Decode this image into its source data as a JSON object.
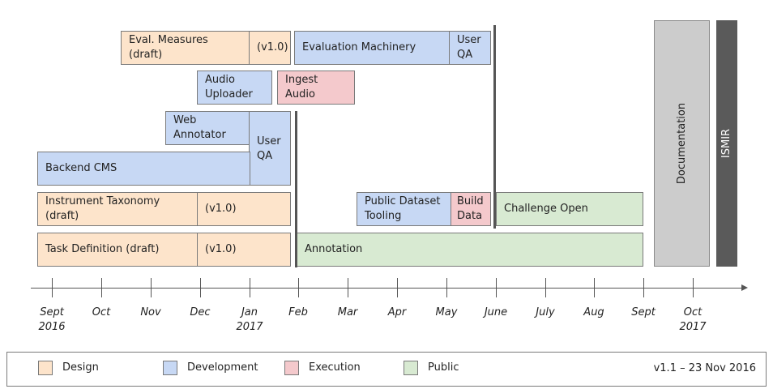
{
  "tasks": {
    "eval_measures_draft": "Eval. Measures (draft)",
    "eval_measures_v1": "(v1.0)",
    "evaluation_machinery": "Evaluation Machinery",
    "user_qa_top": "User\nQA",
    "audio_uploader": "Audio\nUploader",
    "ingest_audio": "Ingest\nAudio",
    "web_annotator": "Web\nAnnotator",
    "user_qa_backend": "User\nQA",
    "backend_cms": "Backend CMS",
    "instrument_taxonomy_draft": "Instrument Taxonomy (draft)",
    "instrument_taxonomy_v1": "(v1.0)",
    "public_dataset_tooling": "Public Dataset\nTooling",
    "build_data": "Build\nData",
    "challenge_open": "Challenge Open",
    "task_definition_draft": "Task Definition (draft)",
    "task_definition_v1": "(v1.0)",
    "annotation": "Annotation",
    "documentation": "Documentation",
    "ismir": "ISMIR"
  },
  "axis": {
    "months": [
      "Sept\n2016",
      "Oct",
      "Nov",
      "Dec",
      "Jan\n2017",
      "Feb",
      "Mar",
      "Apr",
      "May",
      "June",
      "July",
      "Aug",
      "Sept",
      "Oct\n2017"
    ]
  },
  "legend": {
    "items": [
      {
        "label": "Design",
        "color": "#fde4cb"
      },
      {
        "label": "Development",
        "color": "#c7d8f4"
      },
      {
        "label": "Execution",
        "color": "#f4c9cc"
      },
      {
        "label": "Public",
        "color": "#d8ead2"
      }
    ],
    "version": "v1.1 – 23 Nov 2016"
  },
  "colors": {
    "design": "#fde4cb",
    "development": "#c7d8f4",
    "execution": "#f4c9cc",
    "public": "#d8ead2"
  }
}
